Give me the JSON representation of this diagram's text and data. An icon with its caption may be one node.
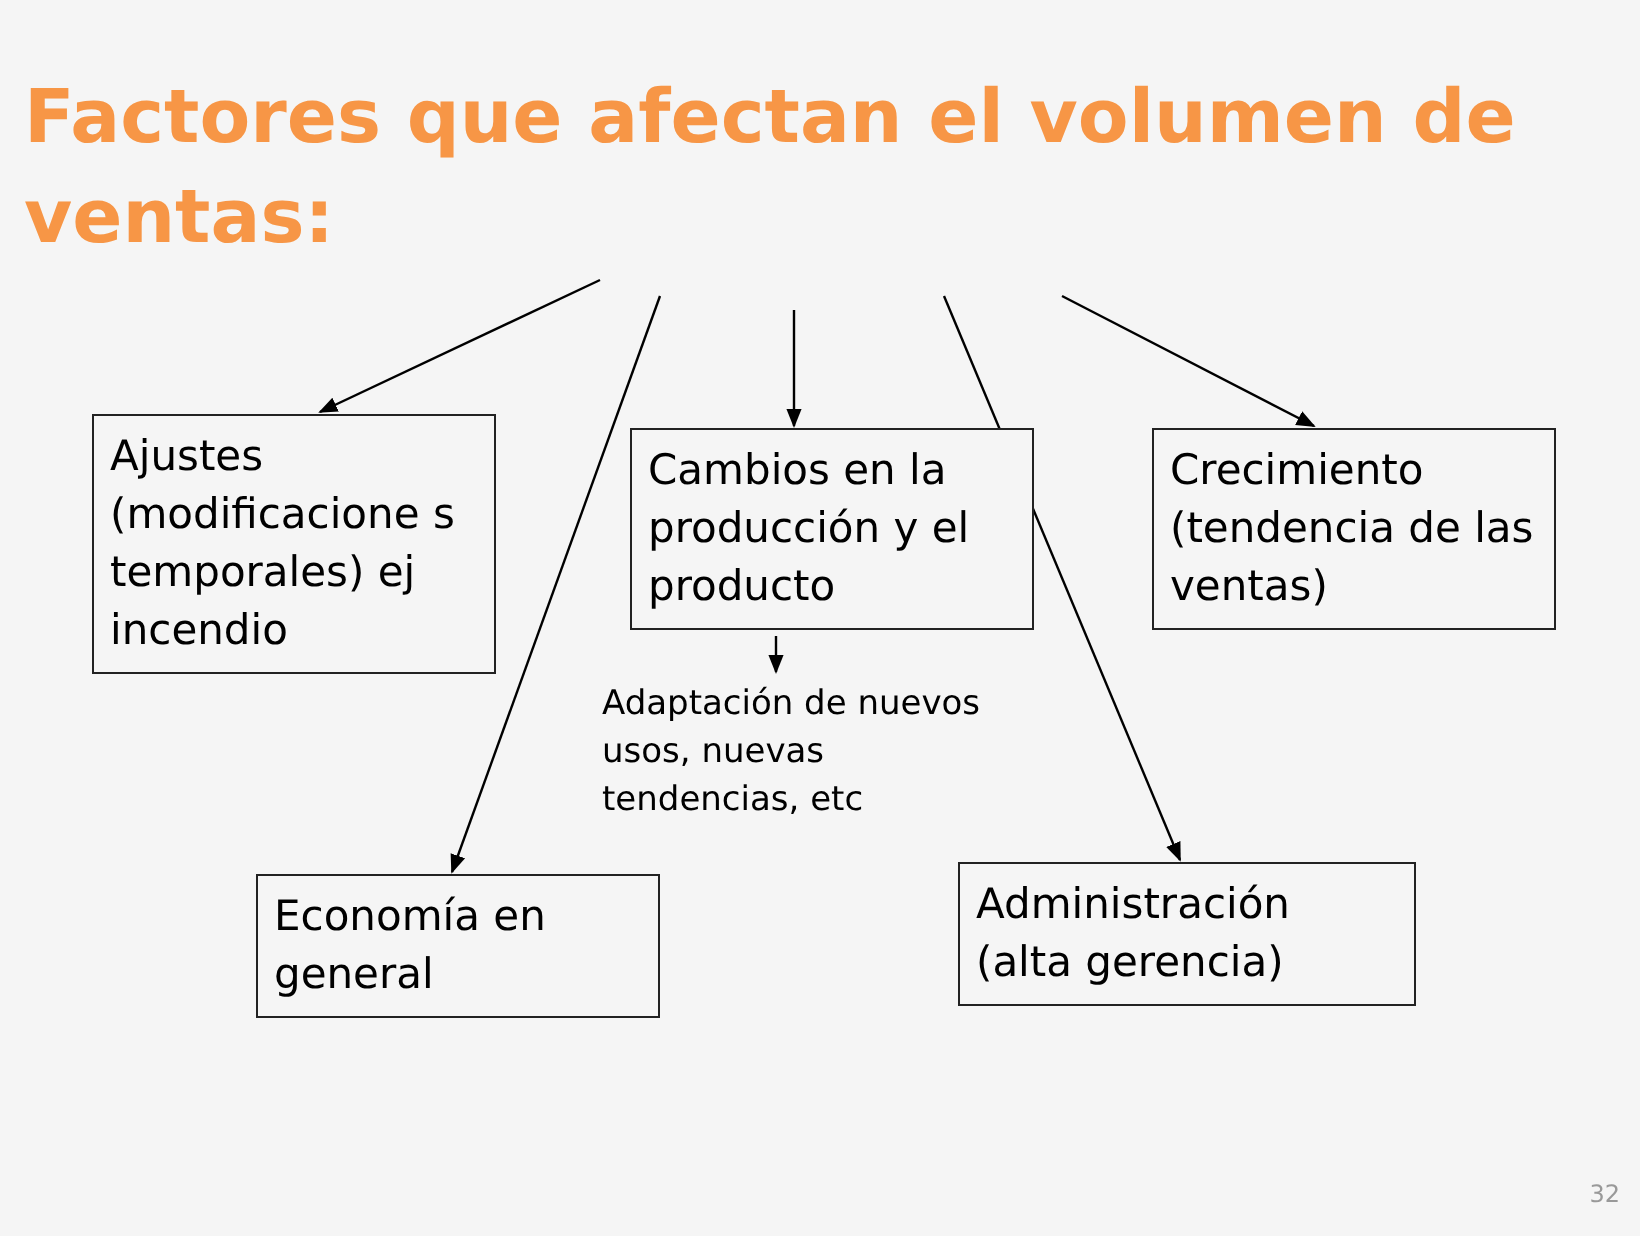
{
  "diagram": {
    "title": "Factores que afectan el volumen de ventas:",
    "nodes": [
      {
        "text": [
          "Ajustes (modificacione s temporales) ej incendio"
        ]
      },
      {
        "text": [
          "Cambios en la producción y el producto"
        ]
      },
      {
        "text": [
          "Crecimiento (tendencia de las ventas)"
        ]
      },
      {
        "text": [
          "Adaptación de nuevos usos, nuevas tendencias, etc"
        ]
      },
      {
        "text": [
          "Economía en general"
        ]
      },
      {
        "text": [
          "Administración (alta gerencia)"
        ]
      }
    ],
    "edges": [
      {
        "from": null,
        "to": 0,
        "arrow": "to"
      },
      {
        "from": null,
        "to": 4,
        "arrow": "to"
      },
      {
        "from": null,
        "to": 1,
        "arrow": "to"
      },
      {
        "from": 1,
        "to": 3,
        "arrow": "to"
      },
      {
        "from": null,
        "to": 5,
        "arrow": "to"
      },
      {
        "from": null,
        "to": 2,
        "arrow": "to"
      }
    ],
    "labels": [
      "32"
    ]
  }
}
